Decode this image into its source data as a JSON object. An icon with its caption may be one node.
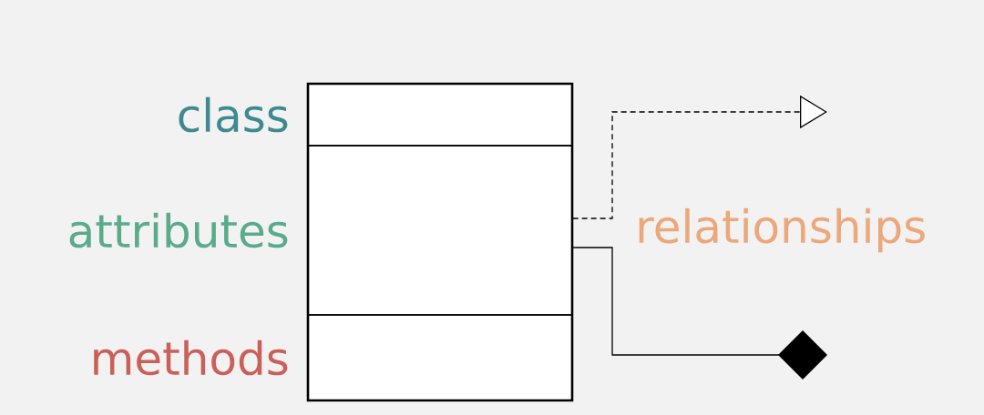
{
  "diagram": {
    "nodes": [
      {
        "text": [],
        "shape": "box"
      },
      {
        "text": [],
        "shape": "box",
        "in": 0,
        "beside": [
          "class"
        ]
      },
      {
        "text": [],
        "shape": "box",
        "in": 0,
        "beside": [
          "attributes"
        ]
      },
      {
        "text": [],
        "shape": "box",
        "in": 0,
        "beside": [
          "methods"
        ]
      }
    ],
    "edges": [
      {
        "from": 2,
        "to": null,
        "arrow": "to",
        "style": "dashed"
      },
      {
        "from": 2,
        "to": null,
        "arrow": "other"
      }
    ],
    "labels": [
      "relationships"
    ]
  }
}
